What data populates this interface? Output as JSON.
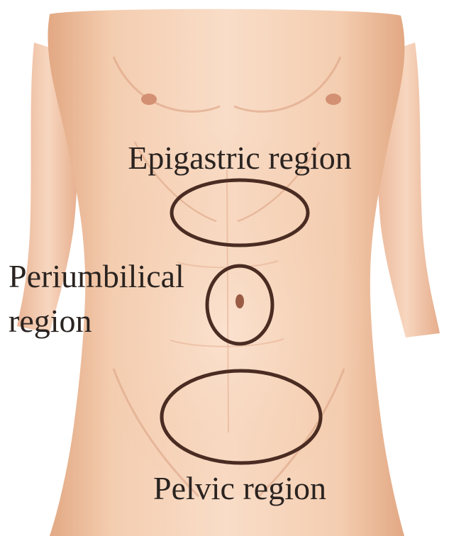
{
  "diagram": {
    "regions": [
      {
        "id": "epigastric",
        "label_lines": [
          "Epigastric region"
        ]
      },
      {
        "id": "periumbilical",
        "label_lines": [
          "Periumbilical",
          "region"
        ]
      },
      {
        "id": "pelvic",
        "label_lines": [
          "Pelvic region"
        ]
      }
    ]
  },
  "colors": {
    "skin_base": "#f1c5a4",
    "skin_light": "#f8dcc6",
    "skin_shadow": "#d99a76",
    "outline": "#4a2c22",
    "text": "#2a2320"
  }
}
